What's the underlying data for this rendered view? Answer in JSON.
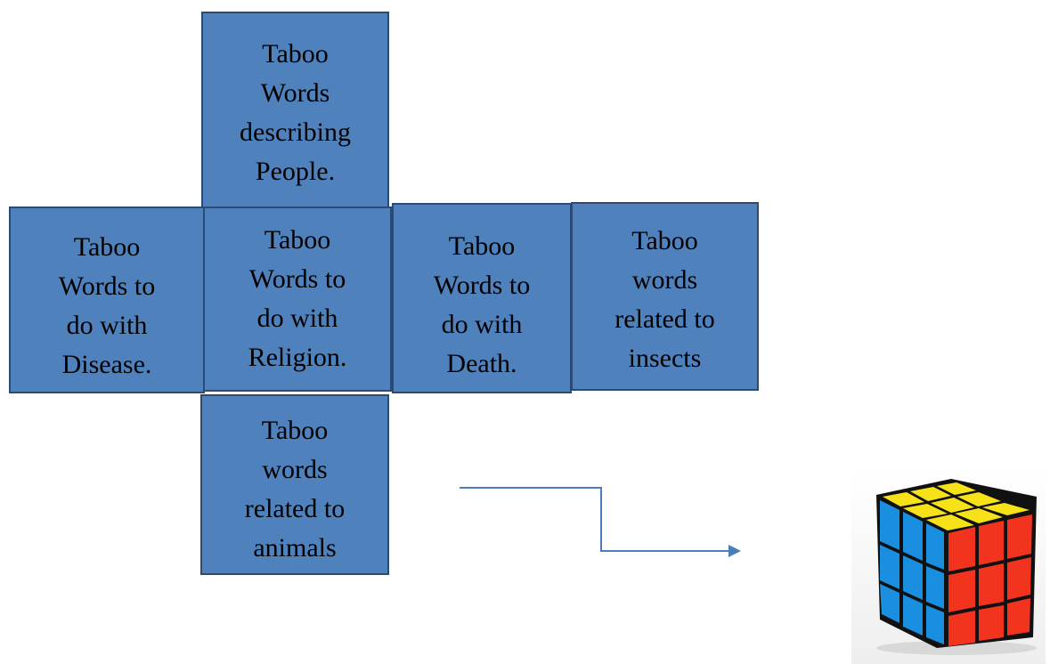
{
  "faces": {
    "top": "Taboo\nWords\ndescribing\nPeople.",
    "left": "Taboo\nWords to\ndo with\nDisease.",
    "center": "Taboo\nWords to\ndo with\nReligion.",
    "right": "Taboo\nWords to\ndo with\nDeath.",
    "far_right": "Taboo\nwords\nrelated to\ninsects",
    "bottom": "Taboo\nwords\nrelated to\nanimals"
  },
  "colors": {
    "face_fill": "#4f81bd",
    "face_border": "#2a4a78",
    "connector": "#4a7ebb"
  },
  "image": {
    "icon": "rubiks-cube-icon"
  }
}
